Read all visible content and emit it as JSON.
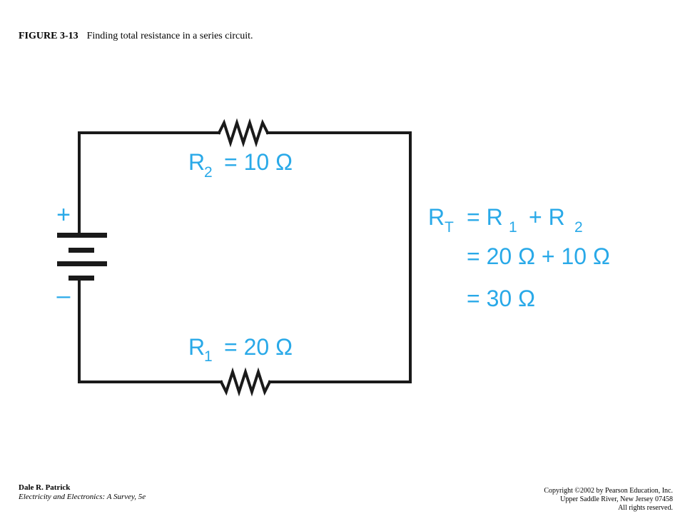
{
  "caption": {
    "figure_number": "FIGURE 3-13",
    "title": "Finding total resistance in a series circuit."
  },
  "diagram": {
    "battery": {
      "plus": "+",
      "minus": "–"
    },
    "r2": {
      "symbol": "R",
      "sub": "2",
      "value": "= 10 Ω"
    },
    "r1": {
      "symbol": "R",
      "sub": "1",
      "value": "= 20 Ω"
    },
    "equation": {
      "rt_symbol": "R",
      "rt_sub": "T",
      "eq1_a": "= R",
      "eq1_a_sub": "1",
      "eq1_b": "+ R",
      "eq1_b_sub": "2",
      "line2": "= 20 Ω + 10 Ω",
      "line3": "= 30 Ω"
    },
    "colors": {
      "wire": "#1a1a1a",
      "label": "#29a9e8"
    }
  },
  "footer": {
    "author": "Dale R. Patrick",
    "book": "Electricity and Electronics: A Survey, 5e",
    "copyright_1": "Copyright ©2002 by Pearson Education, Inc.",
    "copyright_2": "Upper Saddle River, New Jersey 07458",
    "copyright_3": "All rights reserved."
  }
}
